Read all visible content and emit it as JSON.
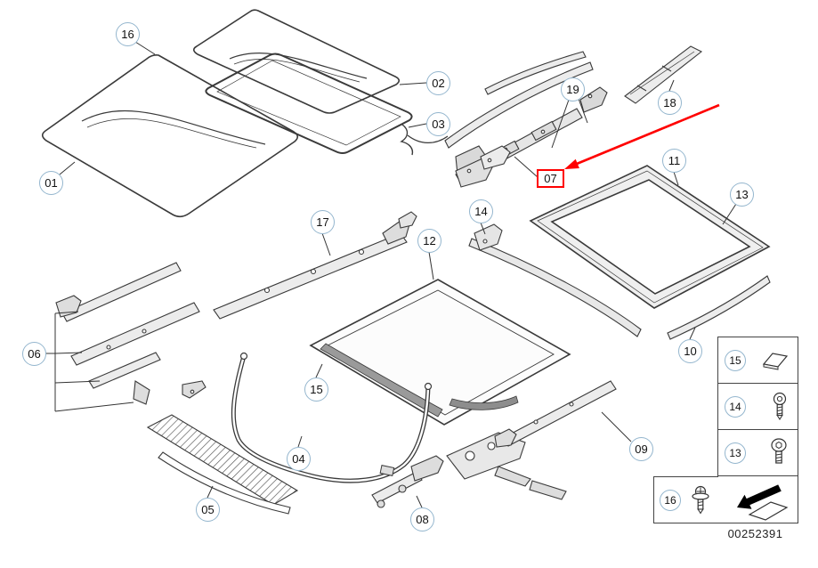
{
  "diagram": {
    "part_number": "00252391",
    "accent_red": "#ff0000",
    "callout_border": "#94b6ce"
  },
  "callouts": [
    {
      "id": "16",
      "label": "16"
    },
    {
      "id": "02",
      "label": "02"
    },
    {
      "id": "03",
      "label": "03"
    },
    {
      "id": "01",
      "label": "01"
    },
    {
      "id": "19",
      "label": "19"
    },
    {
      "id": "18",
      "label": "18"
    },
    {
      "id": "11",
      "label": "11"
    },
    {
      "id": "13",
      "label": "13"
    },
    {
      "id": "14",
      "label": "14"
    },
    {
      "id": "17",
      "label": "17"
    },
    {
      "id": "12",
      "label": "12"
    },
    {
      "id": "06",
      "label": "06"
    },
    {
      "id": "15",
      "label": "15"
    },
    {
      "id": "10",
      "label": "10"
    },
    {
      "id": "04",
      "label": "04"
    },
    {
      "id": "05",
      "label": "05"
    },
    {
      "id": "08",
      "label": "08"
    },
    {
      "id": "09",
      "label": "09"
    }
  ],
  "highlight": {
    "label": "07"
  },
  "legend": {
    "rows": [
      {
        "label": "15",
        "icon": "pad-icon"
      },
      {
        "label": "14",
        "icon": "pan-head-screw-icon"
      },
      {
        "label": "13",
        "icon": "socket-bolt-icon"
      }
    ],
    "extra": {
      "label": "16",
      "icon": "flange-screw-icon"
    },
    "direction": {
      "icon": "direction-arrow-icon"
    }
  }
}
